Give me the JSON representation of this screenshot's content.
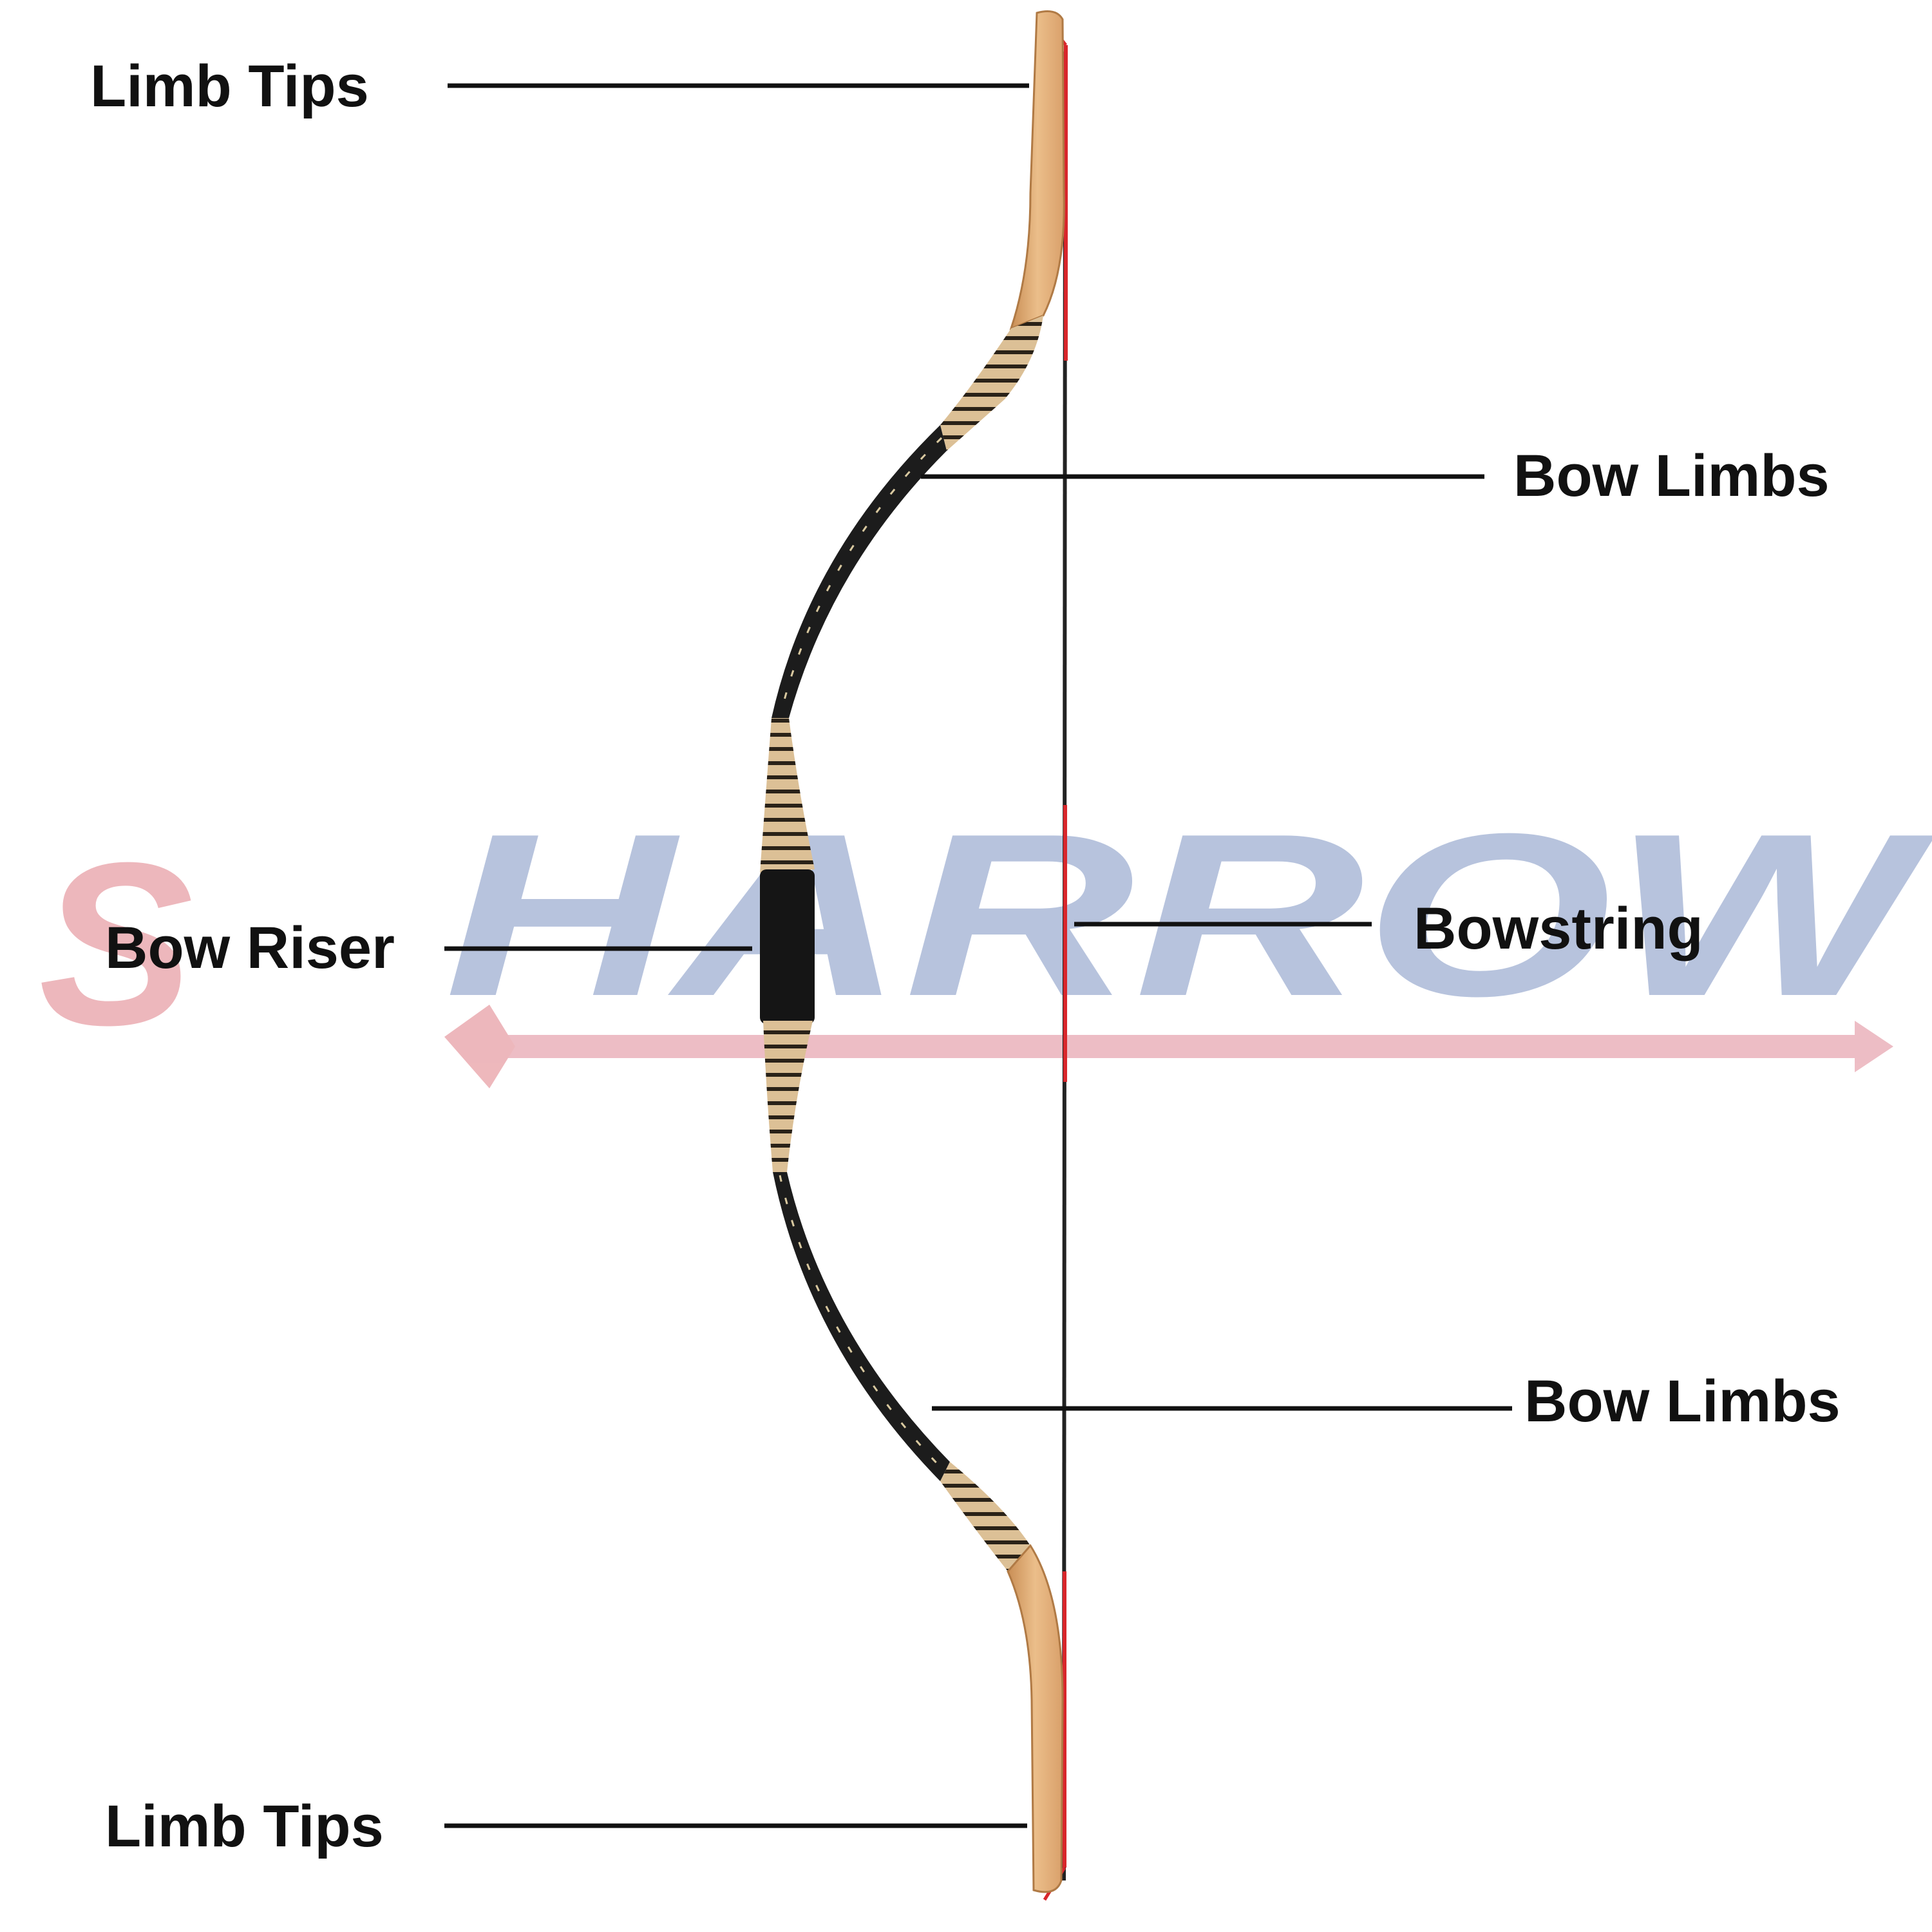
{
  "labels": {
    "limb_tips_top": "Limb Tips",
    "bow_limbs_upper": "Bow Limbs",
    "bow_riser": "Bow Riser",
    "bowstring": "Bowstring",
    "bow_limbs_lower": "Bow Limbs",
    "limb_tips_bottom": "Limb Tips"
  },
  "watermark": {
    "text": "SHARROW",
    "color_s": "#e8a0a6",
    "color_rest": "#9fb0d2",
    "arrow_color": "#e8a8b2"
  },
  "colors": {
    "wood": "#e3b07a",
    "wood_dark": "#c98e55",
    "leather": "#1c1c1c",
    "grip": "#151515",
    "wrap": "#d8b98a",
    "string_black": "#222222",
    "string_red": "#d8262b",
    "label": "#111111"
  }
}
